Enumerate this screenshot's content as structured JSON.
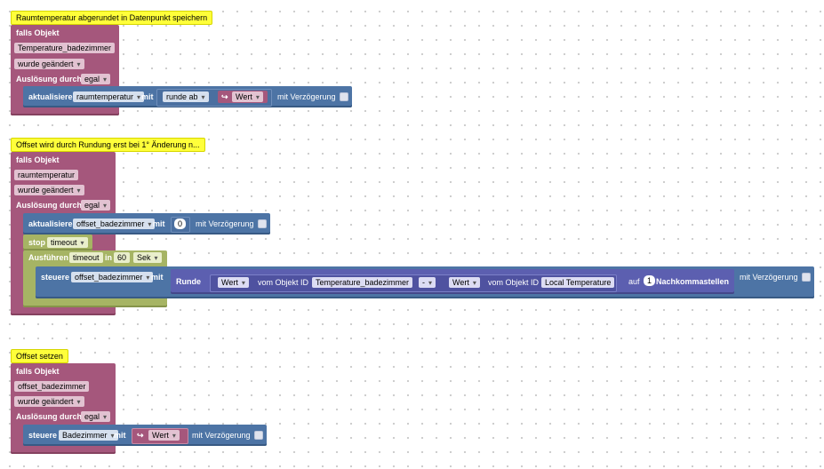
{
  "script1": {
    "comment": "Raumtemperatur abgerundet in Datenpunkt speichern",
    "falls_objekt": "falls Objekt",
    "object": "Temperature_badezimmer",
    "trigger": "wurde geändert",
    "ausloesung": "Auslösung durch",
    "ausloesung_val": "egal",
    "action": "aktualisiere",
    "target": "raumtemperatur",
    "mit": "mit",
    "round_mode": "runde ab",
    "value_icon": "↪",
    "value": "Wert",
    "delay": "mit Verzögerung"
  },
  "script2": {
    "comment": "Offset wird durch Rundung erst bei 1° Änderung n...",
    "falls_objekt": "falls Objekt",
    "object": "raumtemperatur",
    "trigger": "wurde geändert",
    "ausloesung": "Auslösung durch",
    "ausloesung_val": "egal",
    "action": "aktualisiere",
    "target": "offset_badezimmer",
    "mit": "mit",
    "number": "0",
    "delay": "mit Verzögerung",
    "stop": "stop",
    "stop_val": "timeout",
    "exec": "Ausführen",
    "exec_timer": "timeout",
    "in": "in",
    "time": "60",
    "unit": "Sek",
    "control": "steuere",
    "control_target": "offset_badezimmer",
    "control_mit": "mit",
    "round": "Runde",
    "wert1": "Wert",
    "vom_objekt_id": "vom Objekt ID",
    "obj1": "Temperature_badezimmer",
    "minus": "-",
    "wert2": "Wert",
    "obj2": "Local Temperature",
    "auf": "auf",
    "decimals": "1",
    "nachkomma": "Nachkommastellen",
    "control_delay": "mit Verzögerung"
  },
  "script3": {
    "comment": "Offset setzen",
    "falls_objekt": "falls Objekt",
    "object": "offset_badezimmer",
    "trigger": "wurde geändert",
    "ausloesung": "Auslösung durch",
    "ausloesung_val": "egal",
    "control": "steuere",
    "target": "Badezimmer",
    "mit": "mit",
    "value_icon": "↪",
    "value": "Wert",
    "delay": "mit Verzögerung"
  }
}
